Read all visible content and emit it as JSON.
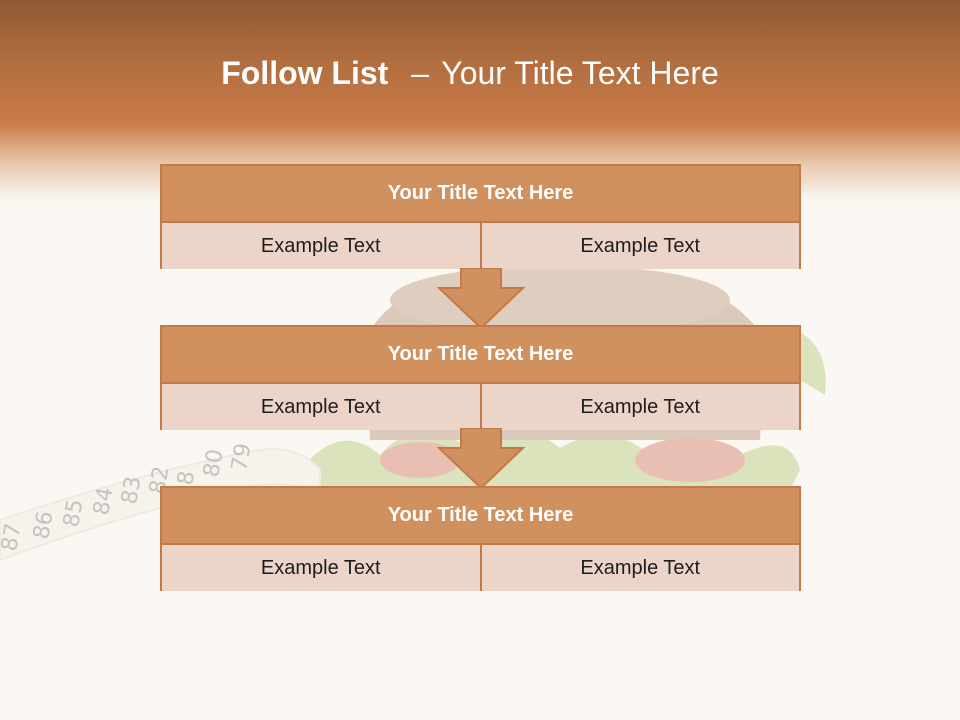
{
  "header": {
    "title_strong": "Follow List",
    "title_dash": "–",
    "title_rest": "Your Title Text Here"
  },
  "blocks": [
    {
      "title": "Your Title Text Here",
      "left": "Example Text",
      "right": "Example Text"
    },
    {
      "title": "Your Title Text Here",
      "left": "Example Text",
      "right": "Example Text"
    },
    {
      "title": "Your Title Text Here",
      "left": "Example Text",
      "right": "Example Text"
    }
  ],
  "tape_numbers": [
    "87",
    "86",
    "85",
    "84",
    "83",
    "82",
    "8",
    "80",
    "79"
  ],
  "colors": {
    "header_dark": "#8e5a33",
    "header_mid": "#cb7c48",
    "block_title": "#d1915f",
    "block_border": "#c5794a",
    "cell_fill": "#ecd5c8",
    "background": "#fbf7f3"
  }
}
